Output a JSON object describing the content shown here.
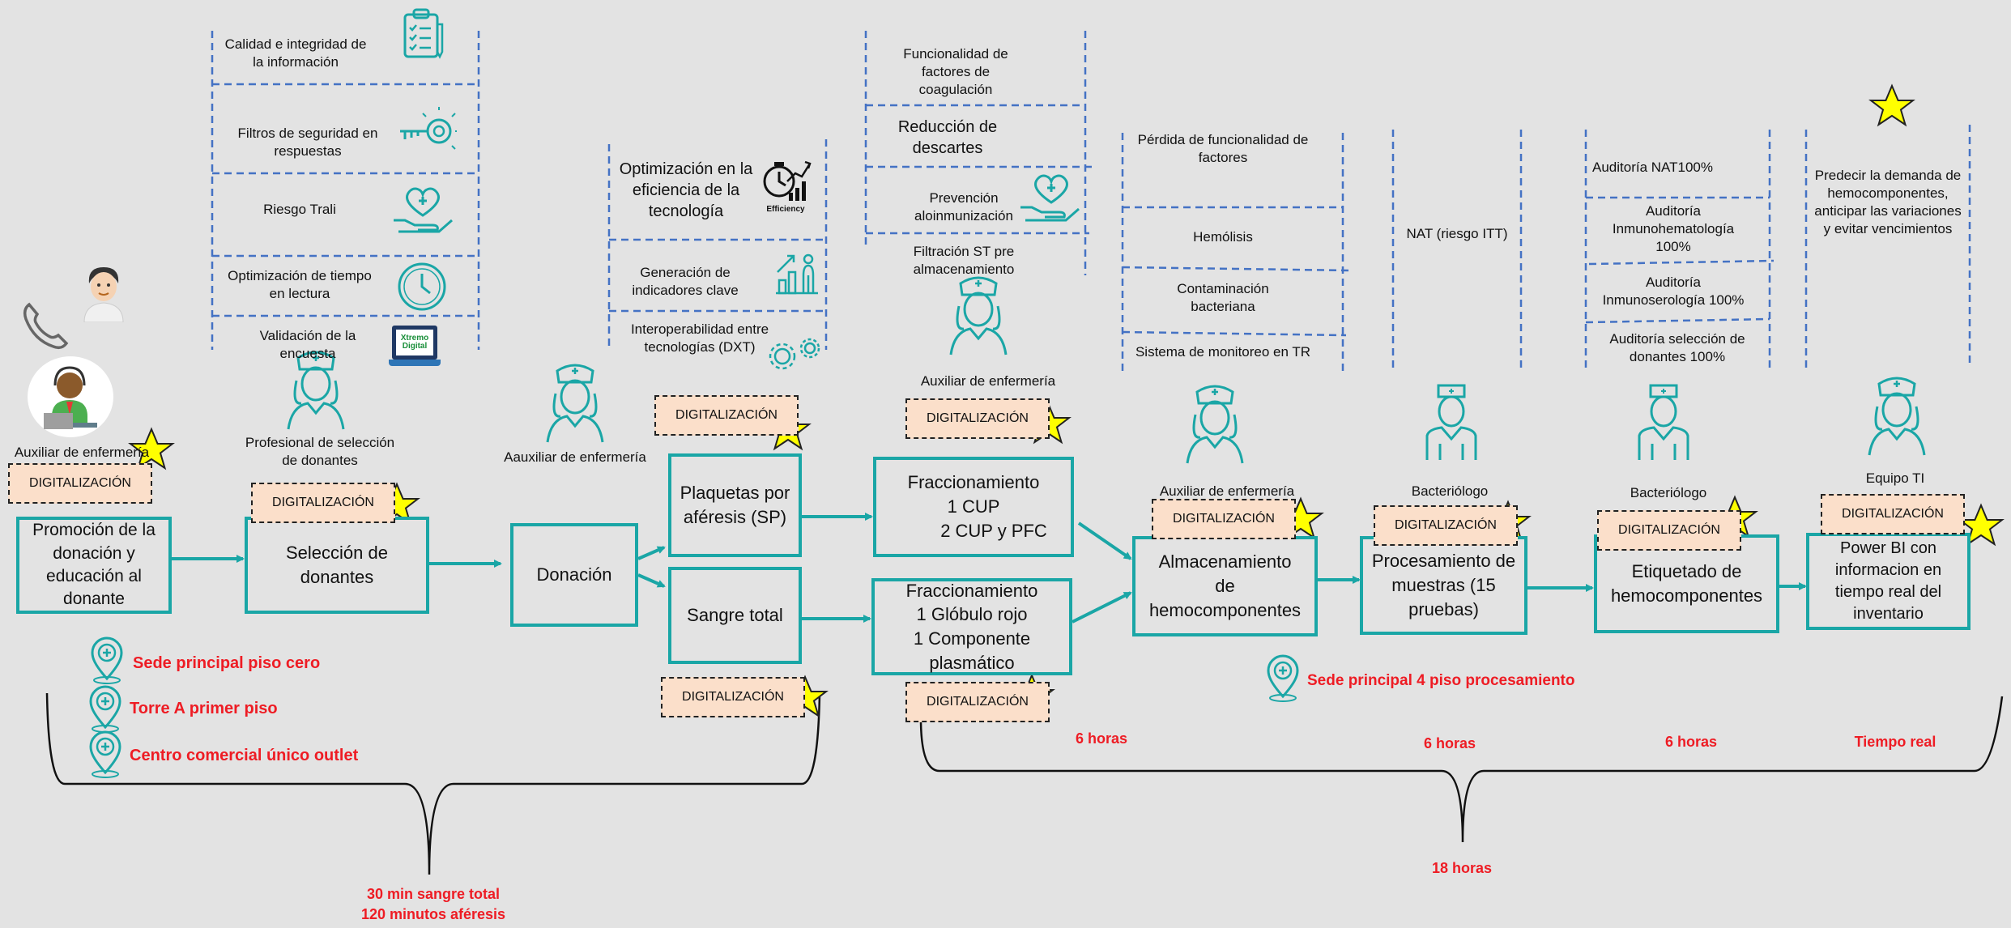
{
  "info_columns": {
    "seleccion": [
      "Calidad e integridad de la información",
      "Filtros de seguridad en respuestas",
      "Riesgo Trali",
      "Optimización de tiempo en lectura",
      "Validación de la encuesta"
    ],
    "donacion": [
      "Optimización en la eficiencia de la tecnología",
      "Generación de indicadores clave",
      "Interoperabilidad entre tecnologías (DXT)"
    ],
    "fraccionamiento": [
      "Funcionalidad de factores de coagulación",
      "Reducción de descartes",
      "Prevención aloinmunización",
      "Filtración ST pre almacenamiento"
    ],
    "almacenamiento": [
      "Pérdida de funcionalidad de factores",
      "Hemólisis",
      "Contaminación bacteriana",
      "Sistema de monitoreo en TR"
    ],
    "procesamiento": [
      "NAT (riesgo ITT)"
    ],
    "etiquetado": [
      "Auditoría NAT100%",
      "Auditoría Inmunohematología 100%",
      "Auditoría Inmunoserología 100%",
      "Auditoría selección de donantes 100%"
    ],
    "inventario": [
      "Predecir la demanda de hemocomponentes, anticipar las variaciones y evitar vencimientos"
    ]
  },
  "efficiency_label": "Efficiency",
  "xtremo_label": "Xtremo Digital",
  "roles": {
    "promocion": "Auxiliar de enfermería",
    "seleccion": "Profesional de selección de donantes",
    "donacion": "Aauxiliar de enfermería",
    "fraccionamiento": "Auxiliar de enfermería",
    "almacenamiento": "Auxiliar de enfermería",
    "procesamiento": "Bacteriólogo",
    "etiquetado": "Bacteriólogo",
    "inventario": "Equipo TI"
  },
  "process": {
    "promocion": "Promoción de la donación y educación al donante",
    "seleccion": "Selección de donantes",
    "donacion": "Donación",
    "plaquetas": "Plaquetas por aféresis (SP)",
    "sangre_total": "Sangre total",
    "fracc1_title": "Fraccionamiento",
    "fracc1_line1": "1 CUP",
    "fracc1_line2": "2 CUP y PFC",
    "fracc2_title": "Fraccionamiento",
    "fracc2_line1": "1 Glóbulo rojo",
    "fracc2_line2": "1 Componente plasmático",
    "almacenamiento": "Almacenamiento de hemocomponentes",
    "procesamiento": "Procesamiento de muestras (15 pruebas)",
    "etiquetado": "Etiquetado de hemocomponentes",
    "powerbi": "Power BI con informacion en tiempo real del inventario"
  },
  "digitalizacion_label": "DIGITALIZACIÓN",
  "locations": [
    "Sede principal piso cero",
    "Torre A primer piso",
    "Centro comercial único outlet",
    "Sede principal 4 piso procesamiento"
  ],
  "times": {
    "fraccionamiento": "6 horas",
    "procesamiento": "6 horas",
    "etiquetado": "6 horas",
    "inventario": "Tiempo real",
    "total_left_1": "30 min sangre total",
    "total_left_2": "120 minutos aféresis",
    "total_right": "18 horas"
  },
  "colors": {
    "teal": "#1aa6a6",
    "dash_blue": "#4472c4",
    "red_text": "#ee1c24",
    "digital_fill": "#fbdfca",
    "star": "#ffff00"
  }
}
